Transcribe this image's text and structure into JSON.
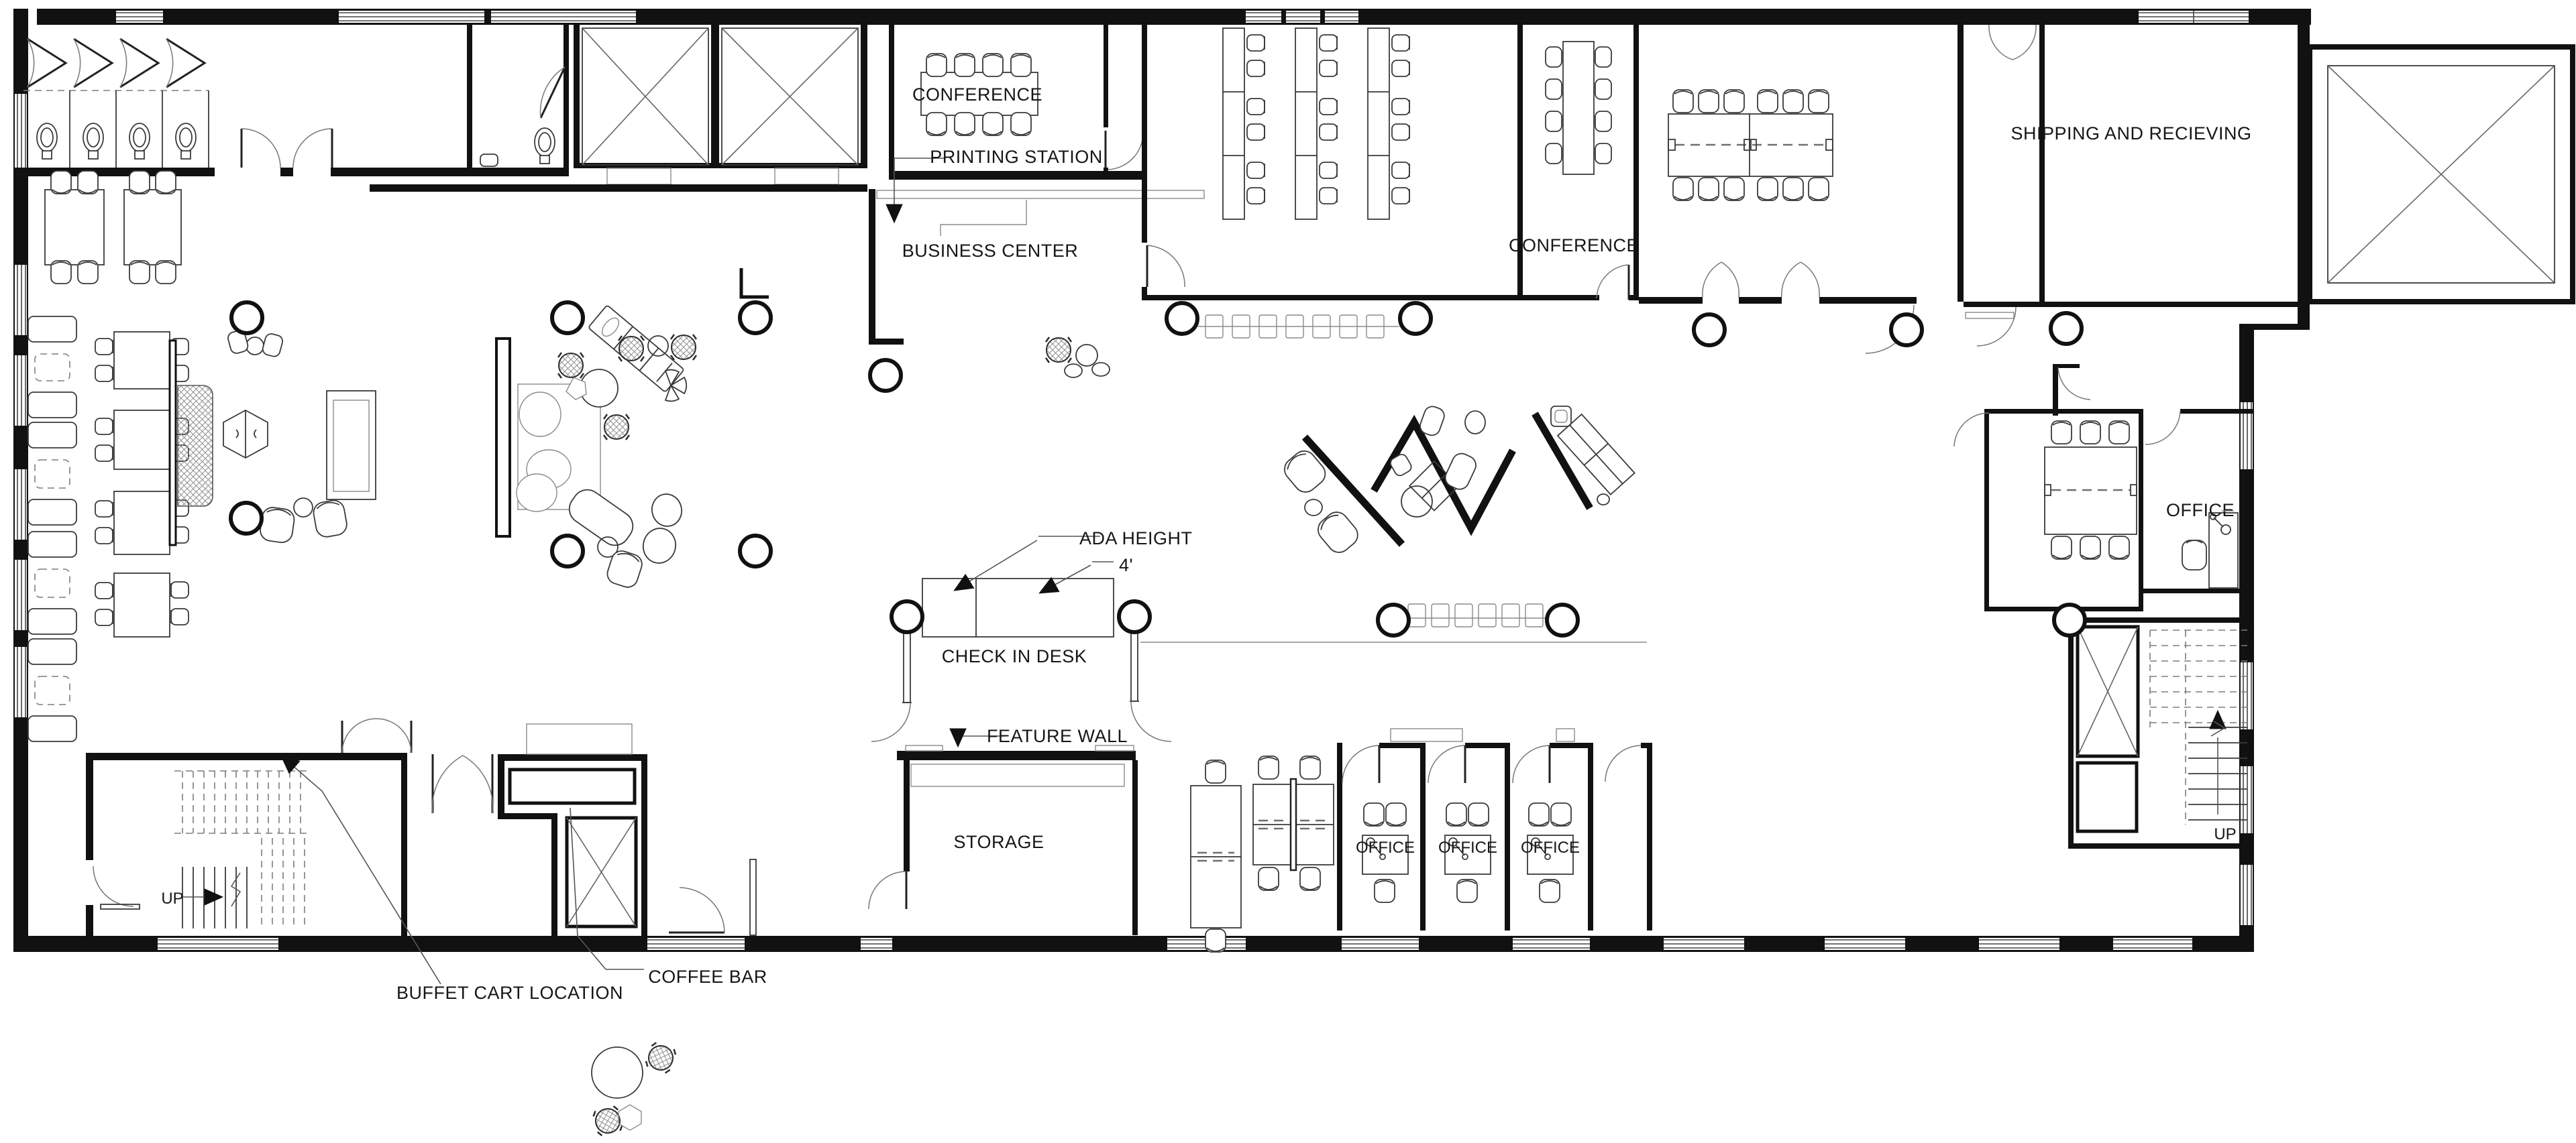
{
  "document": {
    "type": "architectural-floor-plan",
    "style": "black-line CAD plan on white"
  },
  "labels": {
    "conference_top": "CONFERENCE",
    "printing_station": "PRINTING STATION",
    "business_center": "BUSINESS CENTER",
    "conference_middle": "CONFERENCE",
    "shipping_receiving": "SHIPPING AND RECIEVING",
    "office_right": "OFFICE",
    "ada_height": "ADA HEIGHT",
    "desk_width": "4'",
    "check_in_desk": "CHECK IN DESK",
    "feature_wall": "FEATURE WALL",
    "storage": "STORAGE",
    "office_a": "OFFICE",
    "office_b": "OFFICE",
    "office_c": "OFFICE",
    "up_left": "UP",
    "up_right": "UP",
    "buffet_cart_location": "BUFFET CART LOCATION",
    "coffee_bar": "COFFEE BAR"
  },
  "colors": {
    "line": "#111111",
    "thin_line": "#3a3a3a",
    "light_line": "#8a8a8a",
    "paper": "#ffffff"
  },
  "rooms": [
    "restrooms",
    "elevator-lobby",
    "conference (8 seats)",
    "business center with printing station",
    "training room (3 desk rows)",
    "conference (8 seats, middle)",
    "large conference (12 seats)",
    "shipping and recieving",
    "meeting room (6 seats)",
    "office (right)",
    "stair/elevator core (right)",
    "check-in lounge with feature wall and storage",
    "offices x3 + open desks",
    "cafe/dining lounge (left)",
    "stair (lower left)",
    "coffee bar room",
    "buffet cart location"
  ]
}
